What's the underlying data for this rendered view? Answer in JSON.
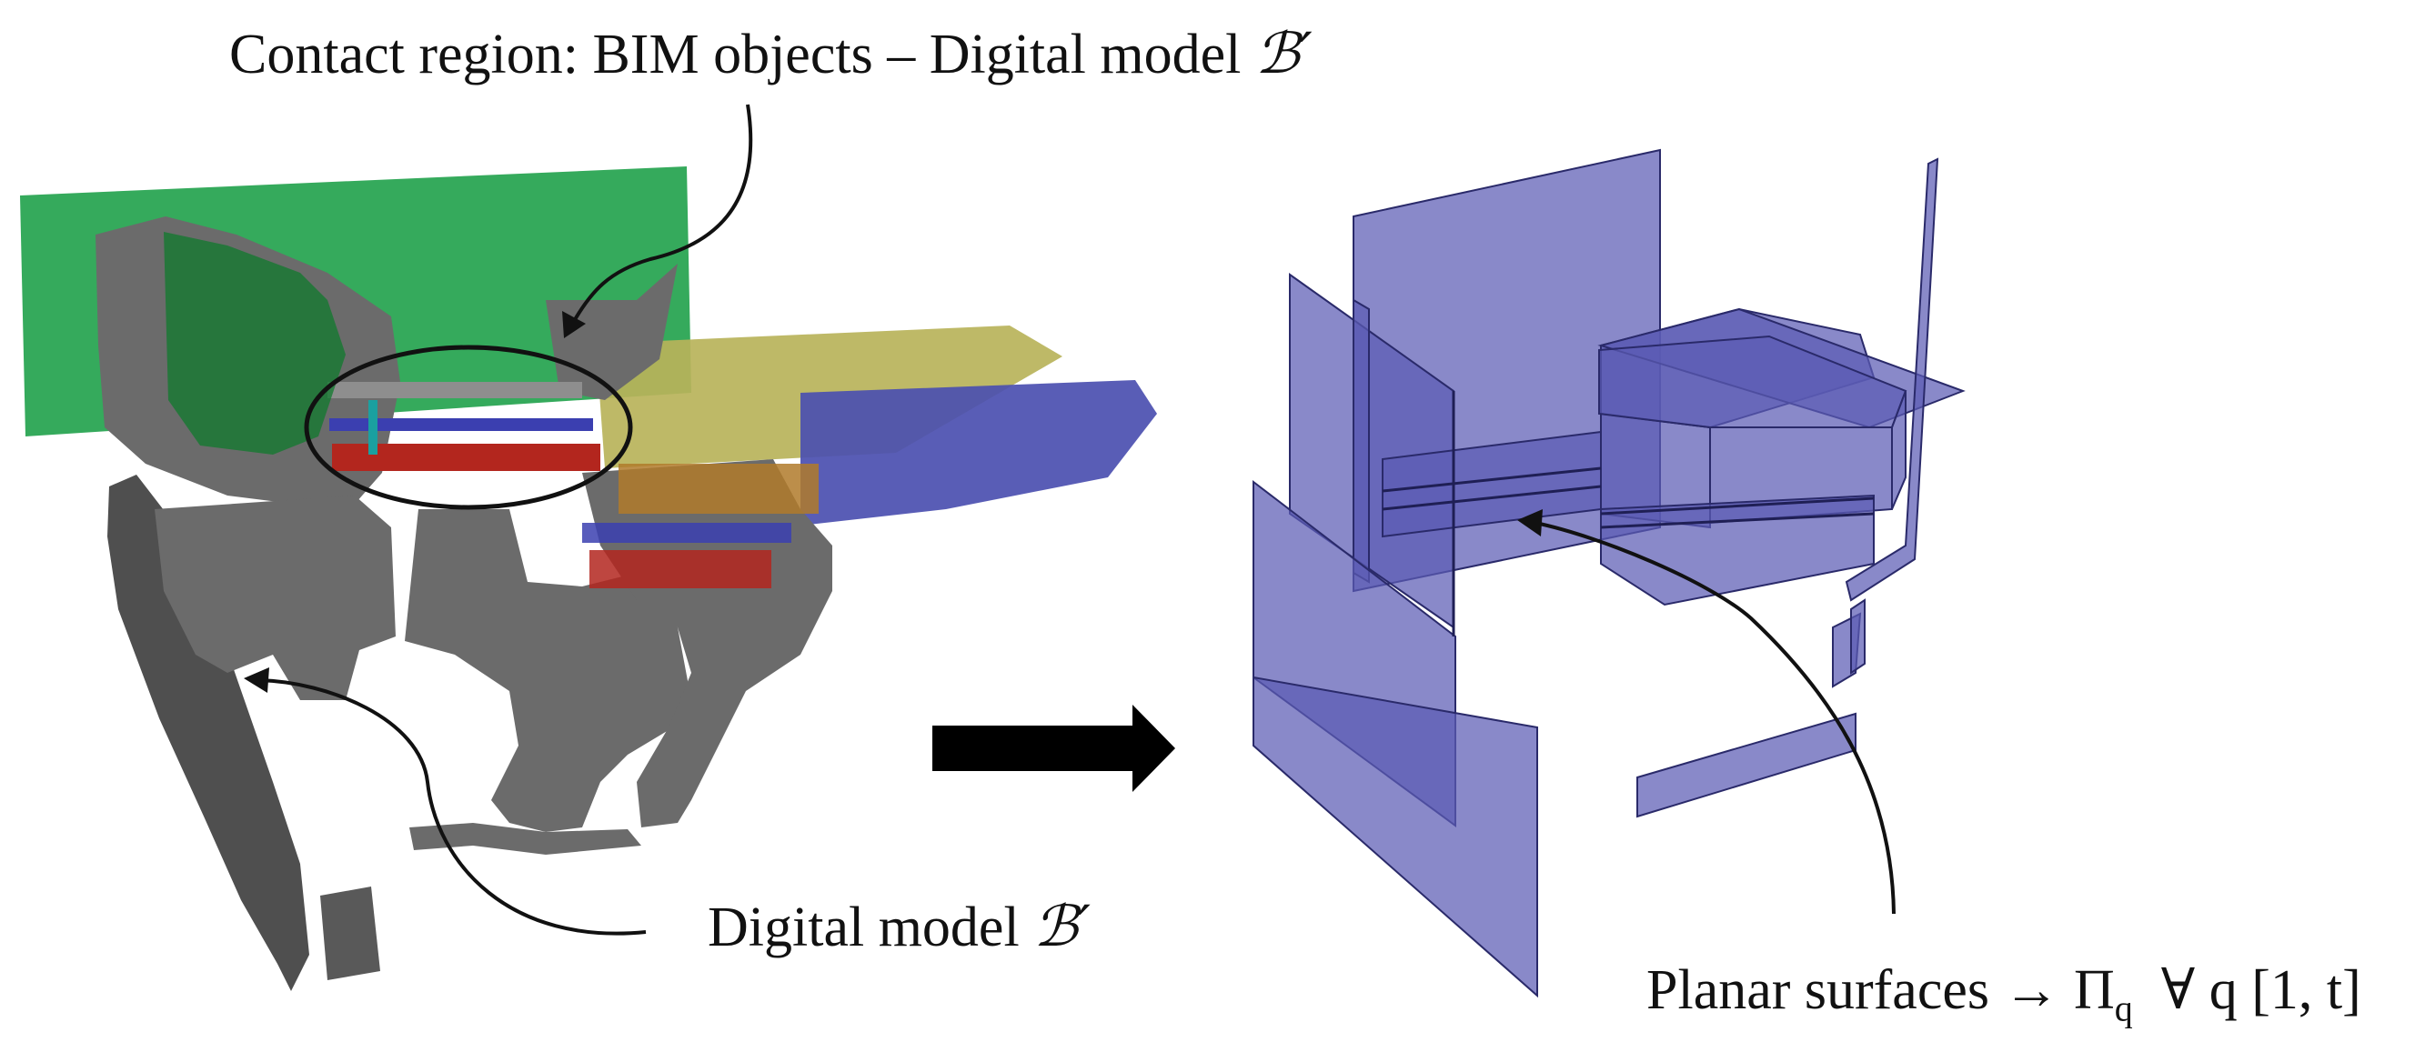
{
  "annotations": {
    "contact_region": {
      "text": "Contact region: BIM objects – Digital model ",
      "symbol": "ℬ′"
    },
    "digital_model": {
      "text": "Digital model ",
      "symbol": "ℬ′"
    },
    "planar_surfaces": {
      "text": "Planar surfaces → Π",
      "subscript": "q",
      "rest": "  ∀ q [1, t]"
    }
  },
  "colors": {
    "scan_gray": "#6b6b6b",
    "scan_dark": "#4a4a4a",
    "bim_green": "#1fa14a",
    "bim_green_dark": "#13742f",
    "bim_yellow": "#b8b35a",
    "bim_blue": "#4b4fb0",
    "bim_red": "#b3261e",
    "bim_orange": "#b07a2a",
    "plane_fill": "#5c5cb4",
    "plane_edge": "#2a2a6a",
    "arrow": "#000000"
  }
}
